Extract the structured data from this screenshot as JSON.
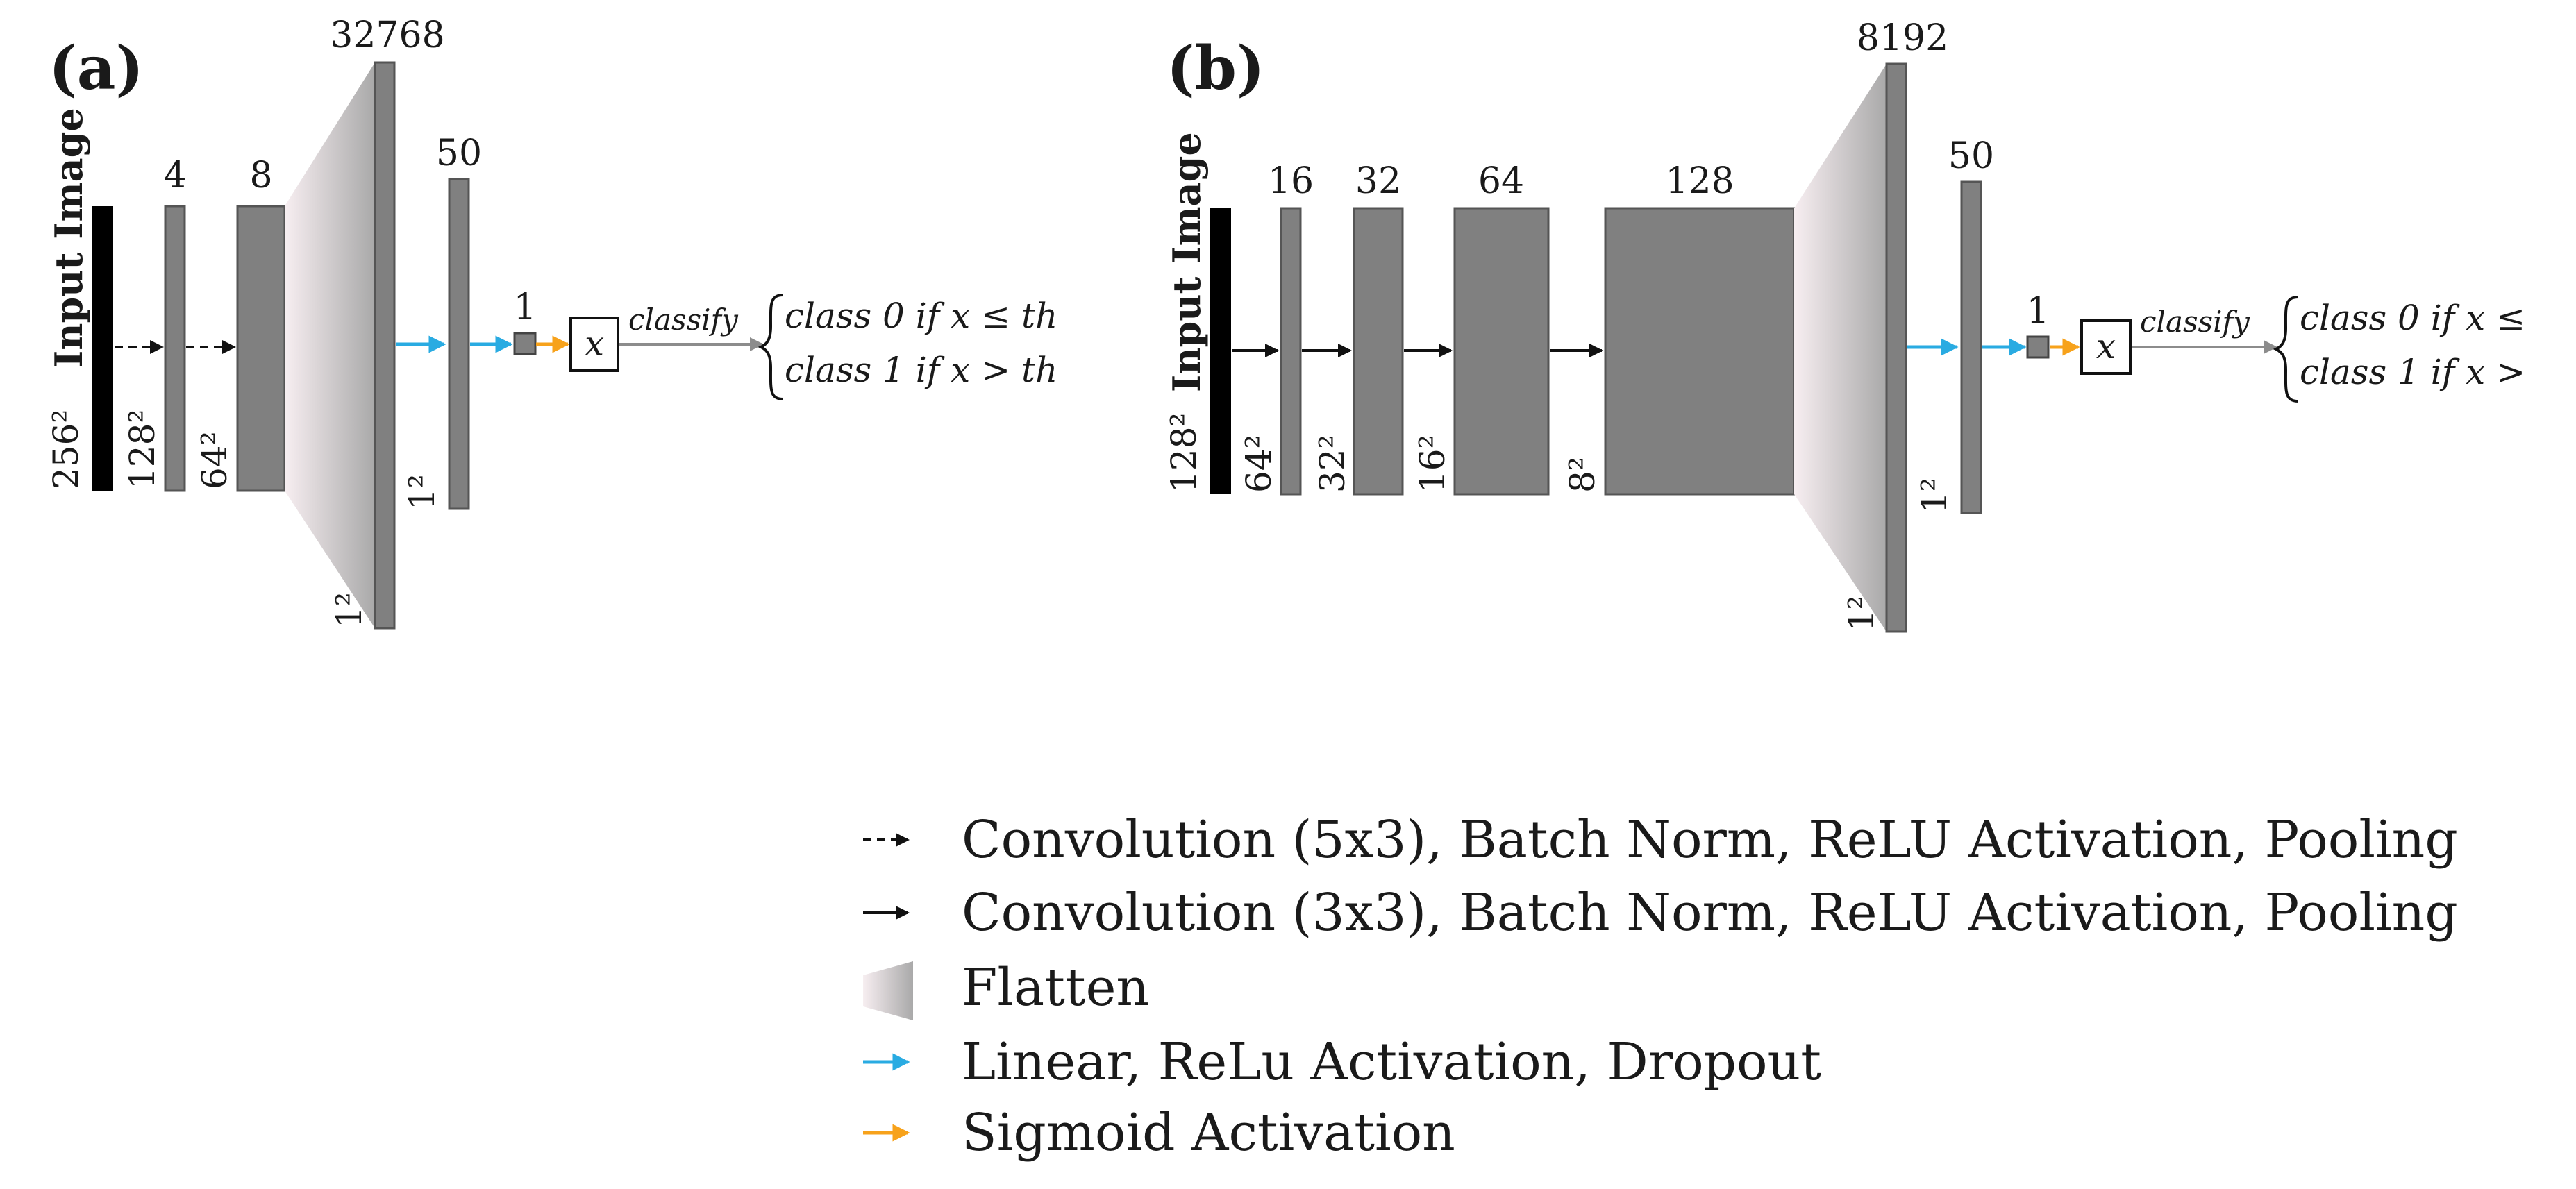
{
  "panel_a": {
    "label": "(a)",
    "input_label": "Input Image",
    "input_size": "256²",
    "layers": [
      {
        "top": "4",
        "side": "128²"
      },
      {
        "top": "8",
        "side": "64²"
      }
    ],
    "flatten": {
      "top": "32768",
      "side": "1²"
    },
    "linear": {
      "top": "50",
      "side": "1²"
    },
    "output": {
      "top": "1"
    },
    "classify_label": "classify",
    "output_var": "x",
    "rule0": "class 0 if x  ≤  th",
    "rule1": "class 1 if x  >  th"
  },
  "panel_b": {
    "label": "(b)",
    "input_label": "Input Image",
    "input_size": "128²",
    "layers": [
      {
        "top": "16",
        "side": "64²"
      },
      {
        "top": "32",
        "side": "32²"
      },
      {
        "top": "64",
        "side": "16²"
      },
      {
        "top": "128",
        "side": "8²"
      }
    ],
    "flatten": {
      "top": "8192",
      "side": "1²"
    },
    "linear": {
      "top": "50",
      "side": "1²"
    },
    "output": {
      "top": "1"
    },
    "classify_label": "classify",
    "output_var": "x",
    "rule0": "class 0 if x  ≤",
    "rule1": "class 1 if x  >"
  },
  "legend": {
    "items": [
      {
        "label": "Convolution (5x3), Batch Norm, ReLU Activation, Pooling",
        "icon": "dashed-arrow-icon"
      },
      {
        "label": "Convolution (3x3), Batch Norm, ReLU Activation, Pooling",
        "icon": "solid-arrow-icon"
      },
      {
        "label": "Flatten",
        "icon": "flatten-wedge-icon"
      },
      {
        "label": "Linear, ReLu Activation, Dropout",
        "icon": "blue-arrow-icon"
      },
      {
        "label": "Sigmoid Activation",
        "icon": "orange-arrow-icon"
      }
    ]
  },
  "colors": {
    "layer_fill": "#808080",
    "input_fill": "#000000",
    "linear_arrow": "#29abe2",
    "sigmoid_arrow": "#f7a21b",
    "classify_arrow": "#8c8c8c"
  }
}
